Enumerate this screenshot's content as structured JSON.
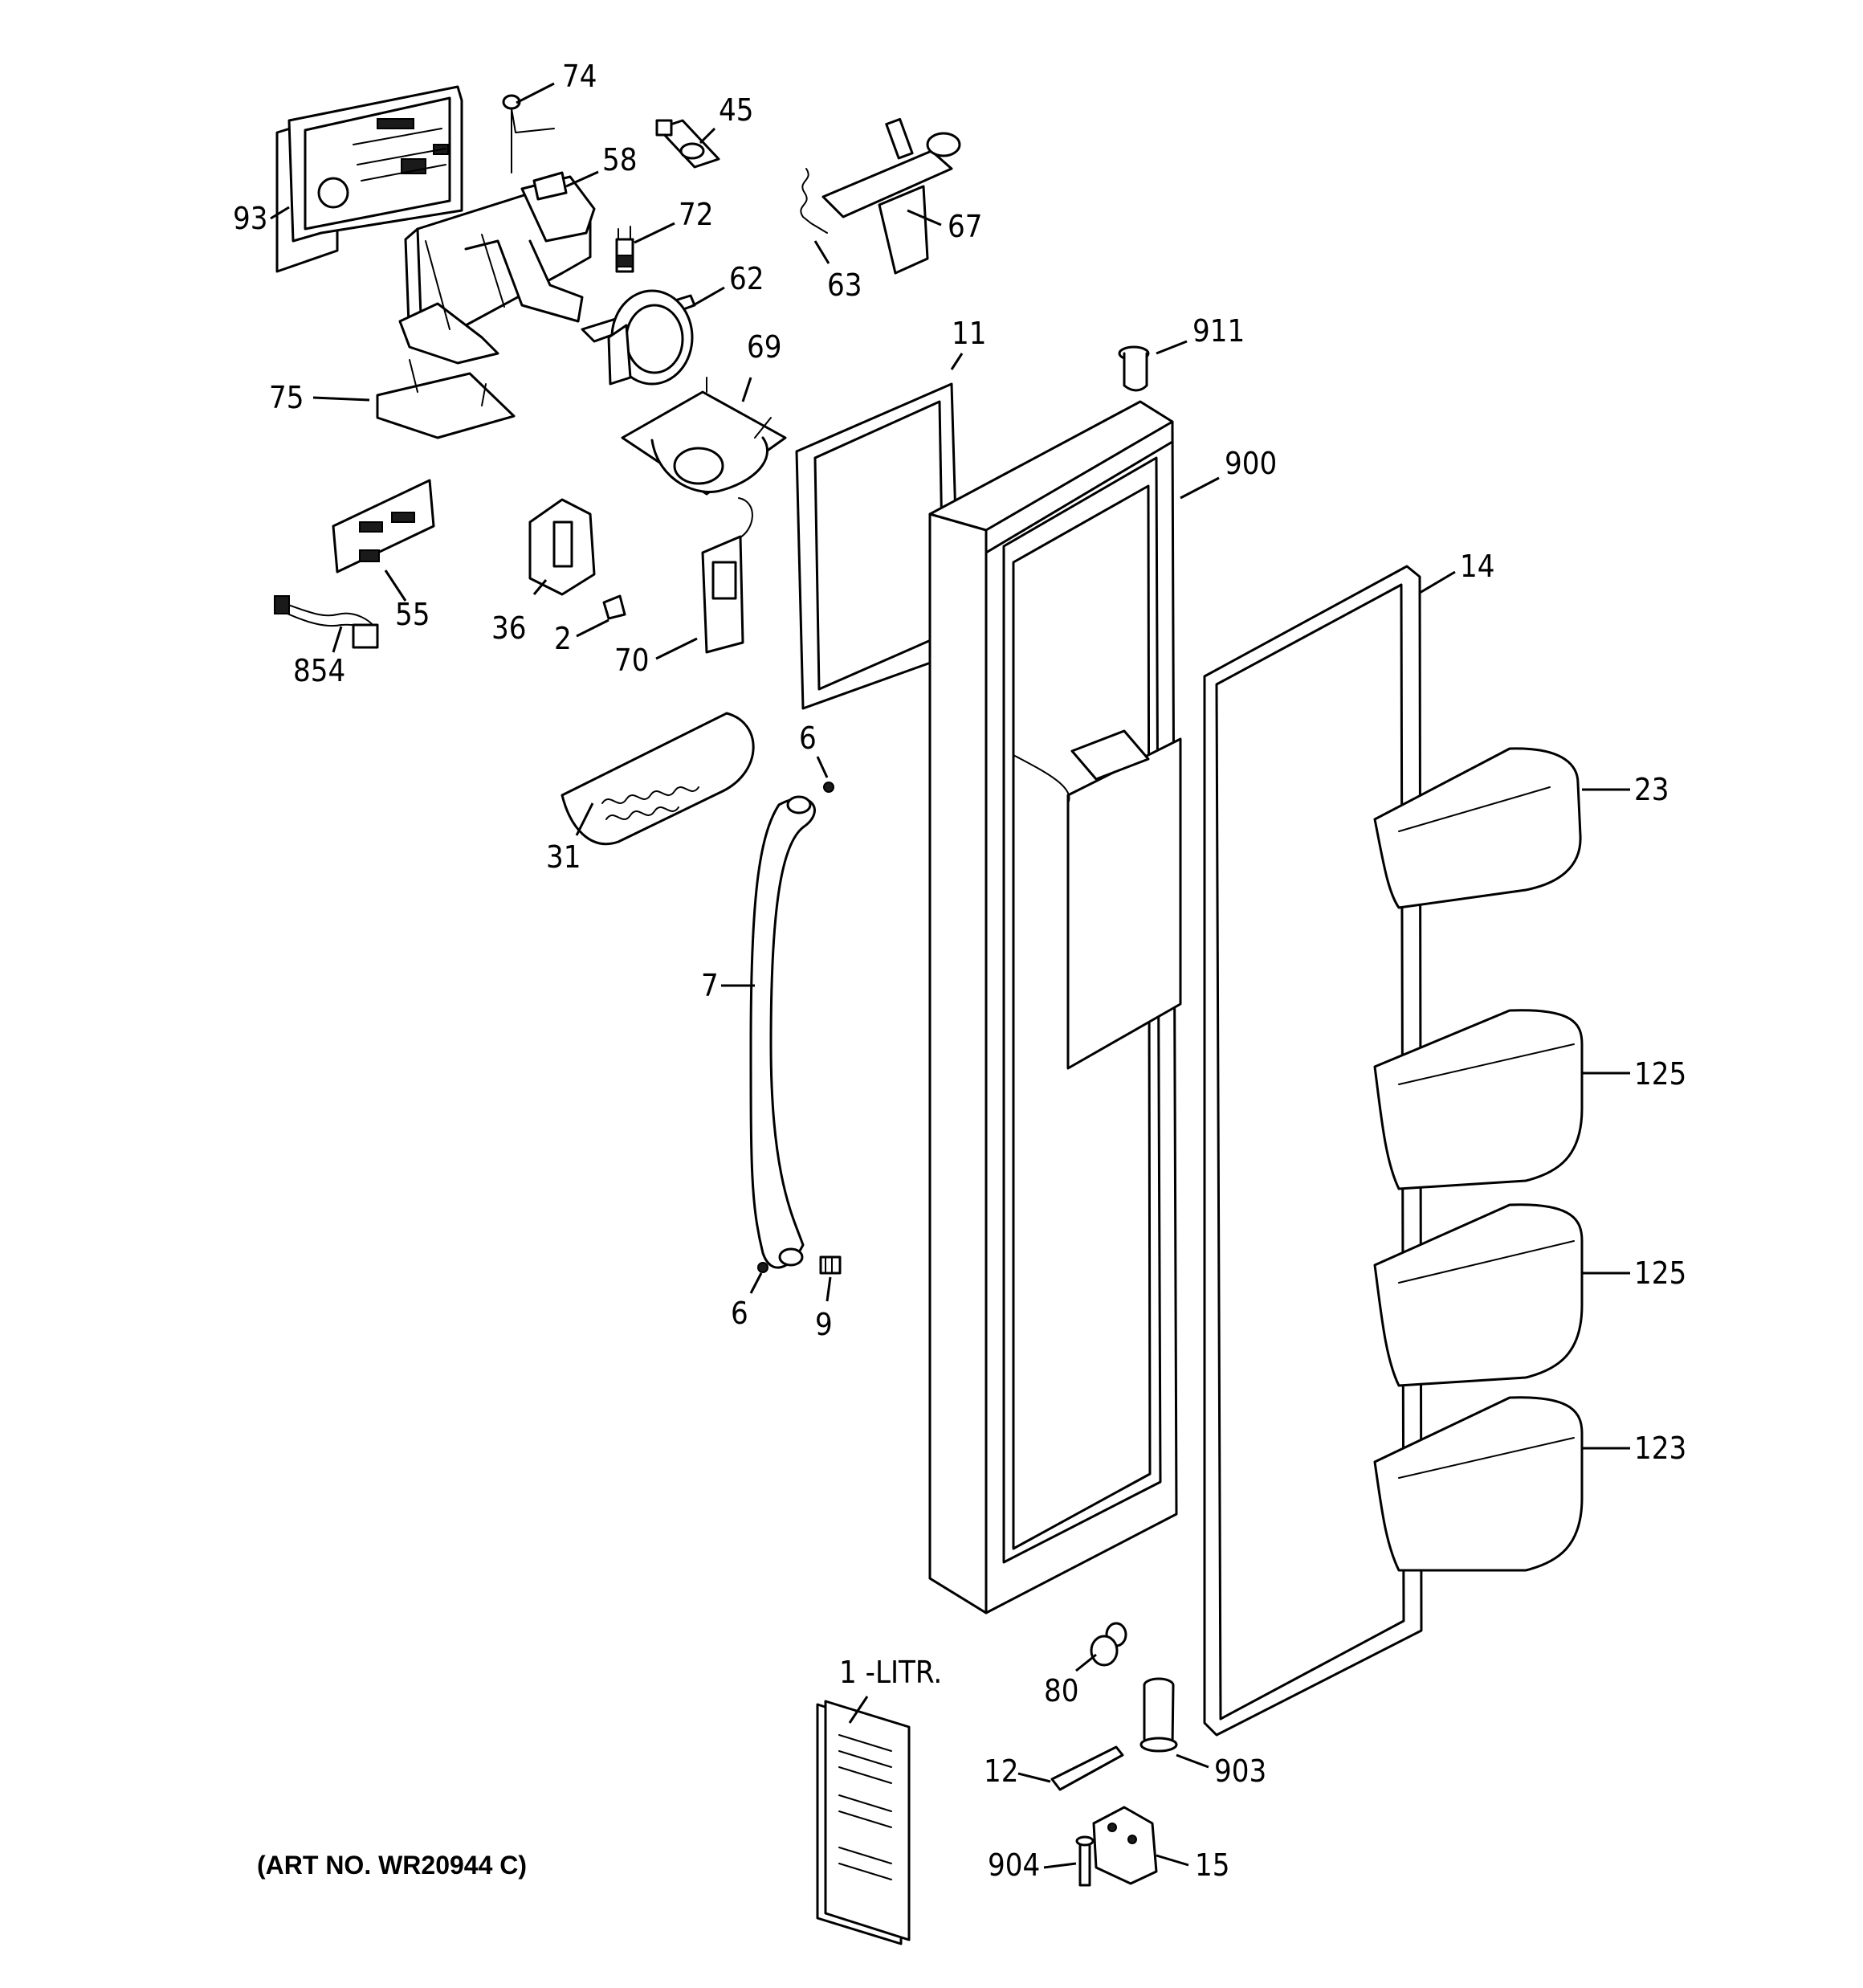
{
  "art_number": "(ART NO. WR20944 C)",
  "callouts": [
    {
      "id": "c74",
      "label": "74"
    },
    {
      "id": "c45",
      "label": "45"
    },
    {
      "id": "c58",
      "label": "58"
    },
    {
      "id": "c93",
      "label": "93"
    },
    {
      "id": "c72",
      "label": "72"
    },
    {
      "id": "c67",
      "label": "67"
    },
    {
      "id": "c63",
      "label": "63"
    },
    {
      "id": "c62",
      "label": "62"
    },
    {
      "id": "c69",
      "label": "69"
    },
    {
      "id": "c11",
      "label": "11"
    },
    {
      "id": "c911",
      "label": "911"
    },
    {
      "id": "c75",
      "label": "75"
    },
    {
      "id": "c900",
      "label": "900"
    },
    {
      "id": "c14",
      "label": "14"
    },
    {
      "id": "c55",
      "label": "55"
    },
    {
      "id": "c36",
      "label": "36"
    },
    {
      "id": "c2",
      "label": "2"
    },
    {
      "id": "c70",
      "label": "70"
    },
    {
      "id": "c854",
      "label": "854"
    },
    {
      "id": "c6a",
      "label": "6"
    },
    {
      "id": "c23",
      "label": "23"
    },
    {
      "id": "c31",
      "label": "31"
    },
    {
      "id": "c7",
      "label": "7"
    },
    {
      "id": "c125a",
      "label": "125"
    },
    {
      "id": "c125b",
      "label": "125"
    },
    {
      "id": "c6b",
      "label": "6"
    },
    {
      "id": "c9",
      "label": "9"
    },
    {
      "id": "c123",
      "label": "123"
    },
    {
      "id": "c1",
      "label": "1 -LITR."
    },
    {
      "id": "c80",
      "label": "80"
    },
    {
      "id": "c12",
      "label": "12"
    },
    {
      "id": "c903",
      "label": "903"
    },
    {
      "id": "c904",
      "label": "904"
    },
    {
      "id": "c15",
      "label": "15"
    }
  ]
}
